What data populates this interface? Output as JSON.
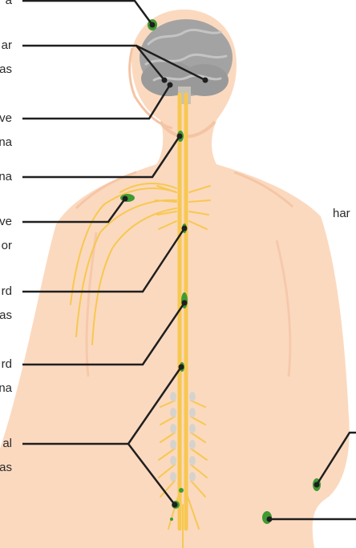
{
  "labels": [
    {
      "id": "l1",
      "text": "a"
    },
    {
      "id": "l2",
      "text": "ar\nas"
    },
    {
      "id": "l3",
      "text": "ve\nna"
    },
    {
      "id": "l4",
      "text": "na"
    },
    {
      "id": "l5",
      "text": "ve\nor"
    },
    {
      "id": "l6",
      "text": "rd\nas"
    },
    {
      "id": "l7",
      "text": "rd\nna"
    },
    {
      "id": "l8",
      "text": "al\nas"
    },
    {
      "id": "r1",
      "text": "har"
    }
  ],
  "colors": {
    "skin": "#fbd9bf",
    "skin_shadow": "#f4c4a4",
    "brain": "#a3a3a3",
    "nerve": "#f7c850",
    "tumor": "#3f9a33",
    "leader": "#1f1f1f"
  }
}
